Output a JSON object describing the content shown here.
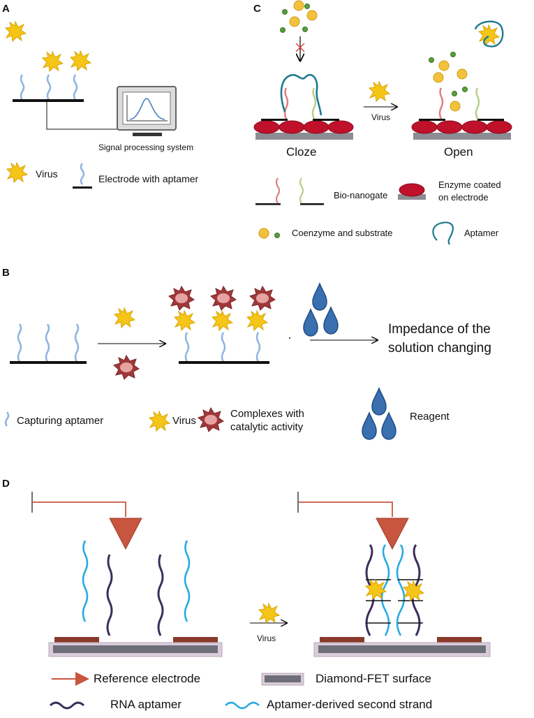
{
  "panels": {
    "a": {
      "letter": "A",
      "signal_label": "Signal processing system",
      "legend_virus": "Virus",
      "legend_electrode": "Electrode with aptamer"
    },
    "b": {
      "letter": "B",
      "impedance_line1": "Impedance  of the",
      "impedance_line2": "solution changing",
      "legend_capturing": "Capturing aptamer",
      "legend_virus": "Virus",
      "legend_complex_line1": "Complexes with",
      "legend_complex_line2": "catalytic activity",
      "legend_reagent": "Reagent"
    },
    "c": {
      "letter": "C",
      "state_closed": "Cloze",
      "state_open": "Open",
      "arrow_label": "Virus",
      "legend_nanogate": "Bio-nanogate",
      "legend_enzyme_line1": "Enzyme coated",
      "legend_enzyme_line2": "on electrode",
      "legend_coenzyme": "Coenzyme and substrate",
      "legend_aptamer": "Aptamer"
    },
    "d": {
      "letter": "D",
      "arrow_label": "Virus",
      "legend_reference": "Reference  electrode",
      "legend_diamond": "Diamond-FET surface",
      "legend_rna": "RNA aptamer",
      "legend_second_strand": "Aptamer-derived second strand"
    }
  },
  "colors": {
    "virus": "#f5c518",
    "virus_stroke": "#d9a400",
    "aptamer_light": "#8fb4e0",
    "complex": "#a0383a",
    "complex_core": "#e7a3a3",
    "reagent": "#3a6fb0",
    "enzyme": "#c0112a",
    "surface": "#8c8c94",
    "aptamer_teal": "#1f7a8c",
    "nanogate_red": "#e08080",
    "nanogate_green": "#b8d08a",
    "coenzyme_yellow": "#f3c23c",
    "substrate_green": "#5a9e3a",
    "reference": "#c8553d",
    "rna": "#3b2e5a",
    "second_strand": "#29abe2",
    "diamond_fet": "#6d6e78",
    "pad": "#8a3a2a"
  }
}
